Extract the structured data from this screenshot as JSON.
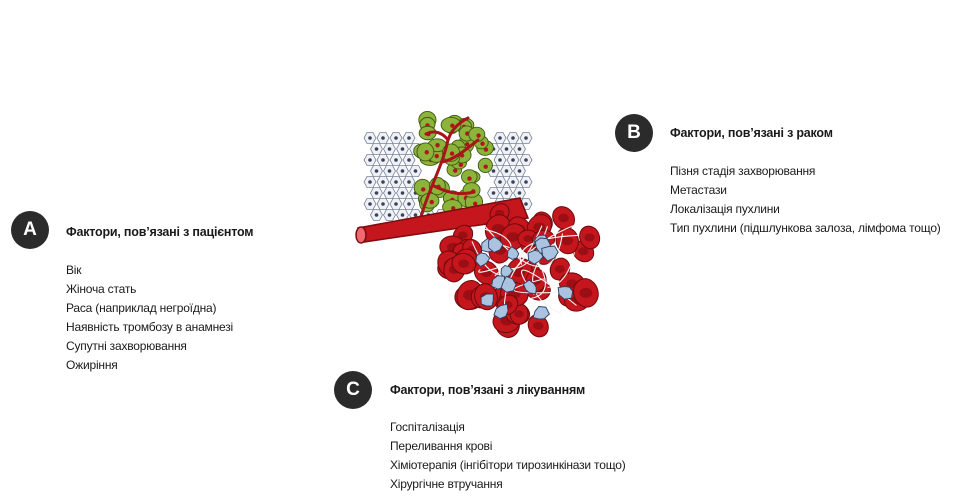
{
  "sections": [
    {
      "letter": "A",
      "title": "Фактори, пов’язані з пацієнтом",
      "items": [
        "Вік",
        "Жіноча стать",
        "Раса (наприклад негроїдна)",
        "Наявність тромбозу в анамнезі",
        "Супутні захворювання",
        "Ожиріння"
      ]
    },
    {
      "letter": "B",
      "title": "Фактори, пов’язані з раком",
      "items": [
        "Пізня стадія захворювання",
        "Метастази",
        "Локалізація пухлини",
        "Тип пухлини (підшлункова залоза, лімфома тощо)"
      ]
    },
    {
      "letter": "C",
      "title": "Фактори, пов’язані з лікуванням",
      "items": [
        "Госпіталізація",
        "Переливання крові",
        "Хіміотерапія (інгібітори тирозинкінази тощо)",
        "Хірургічне втручання"
      ]
    }
  ],
  "colors": {
    "badge": "#2b2b2b",
    "vessel": "#c4161c",
    "tumor_cell": "#8cb33a",
    "normal_cell": "#eef1f6",
    "platelet": "#a9c3e0"
  }
}
